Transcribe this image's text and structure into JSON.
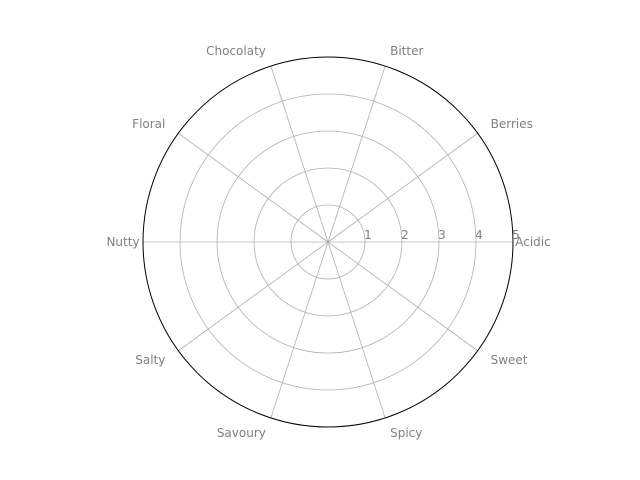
{
  "chart_data": {
    "type": "radar",
    "categories": [
      "Acidic",
      "Berries",
      "Bitter",
      "Chocolaty",
      "Floral",
      "Nutty",
      "Salty",
      "Savoury",
      "Spicy",
      "Sweet"
    ],
    "radial_ticks": [
      "1",
      "2",
      "3",
      "4",
      "5"
    ],
    "rlim": [
      0,
      5
    ],
    "series": [],
    "grid": true,
    "colors": {
      "grid": "#b0b0b0",
      "frame": "#000000",
      "text": "#808080",
      "background": "#ffffff"
    }
  }
}
